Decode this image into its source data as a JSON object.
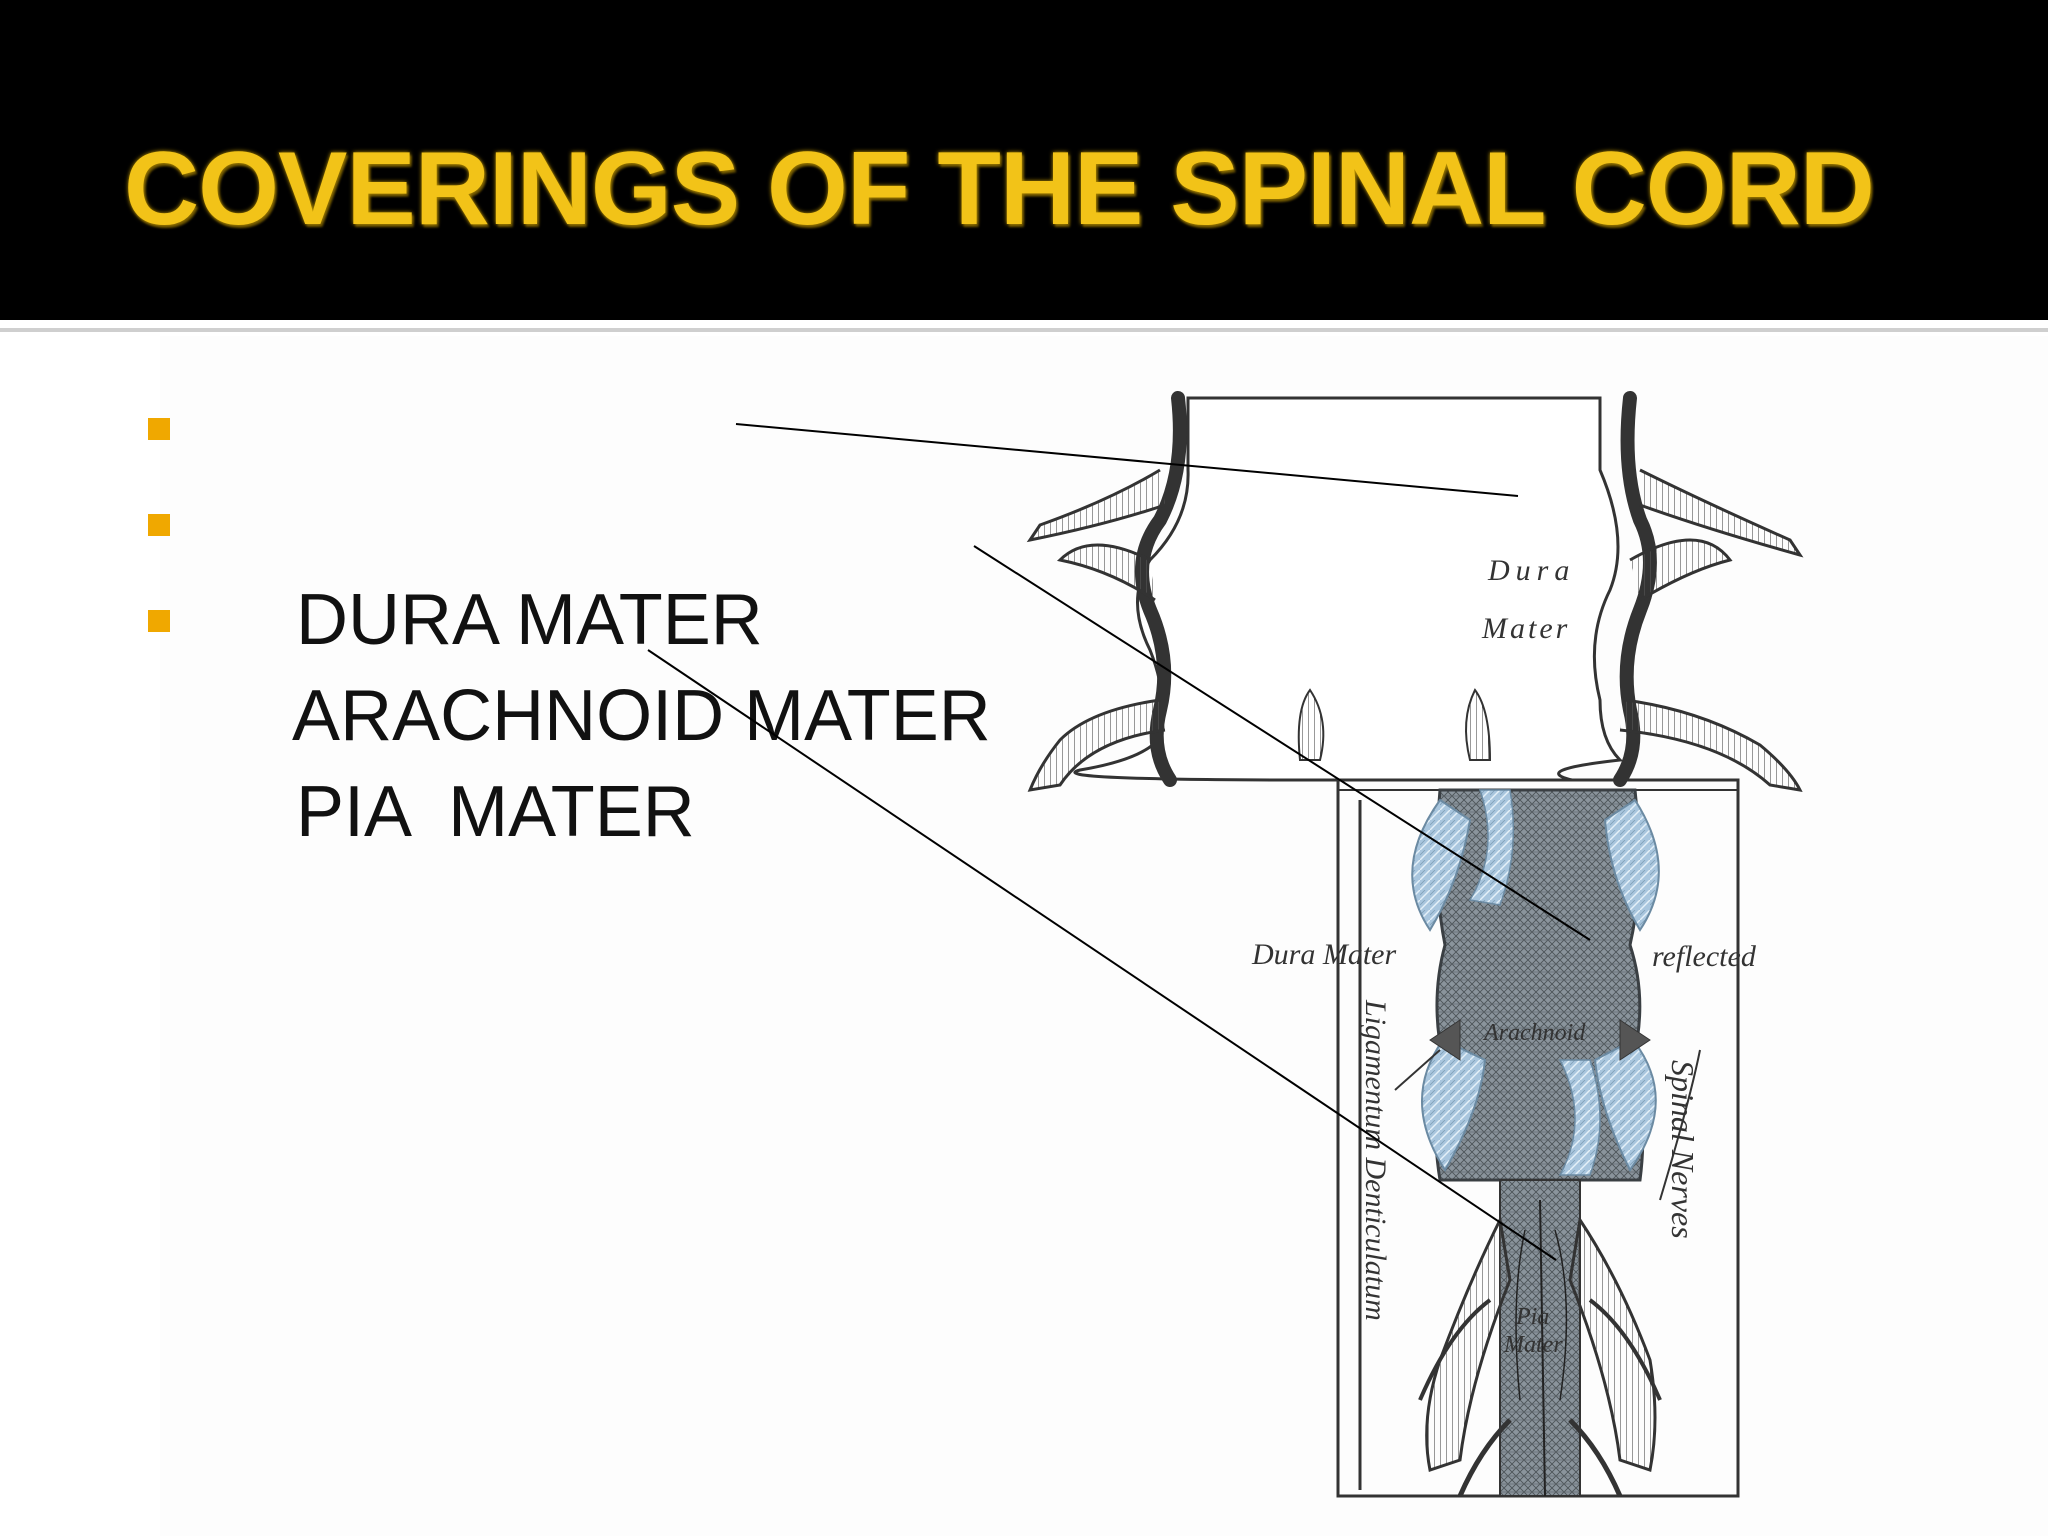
{
  "slide": {
    "title": "COVERINGS OF THE SPINAL CORD",
    "bullets": [
      "DURA MATER",
      "ARACHNOID MATER",
      "PIA  MATER"
    ],
    "colors": {
      "title": "#f2c318",
      "bullet": "#f0a800",
      "header_bg": "#000000",
      "arachnoid": "#a9c6de"
    }
  },
  "diagram": {
    "labels": {
      "dura_top_1": "Dura",
      "dura_top_2": "Mater",
      "dura_side": "Dura Mater",
      "reflected": "reflected",
      "arachnoid": "Arachnoid",
      "spinal_nerves": "Spinal Nerves",
      "ligamentum": "Ligamentum Denticulatum",
      "pia_1": "Pia",
      "pia_2": "Mater"
    }
  }
}
